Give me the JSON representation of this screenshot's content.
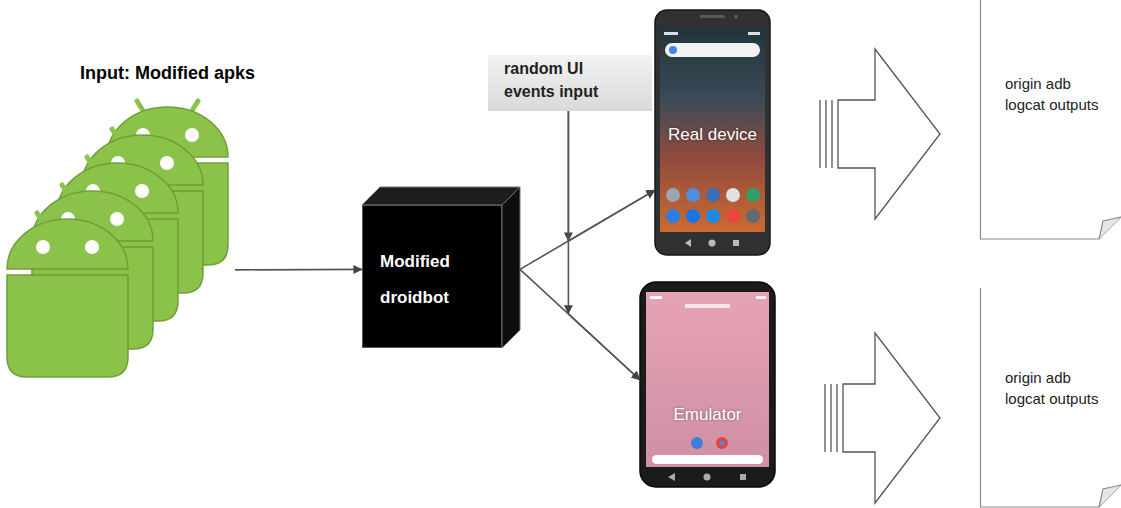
{
  "diagram": {
    "nodes": [
      {
        "text": [
          "Input: Modified apks"
        ]
      },
      {
        "text": [
          "Modified droidbot"
        ]
      },
      {
        "text": [
          "random UI events input"
        ]
      },
      {
        "text": [
          "Real device"
        ]
      },
      {
        "text": [
          "Emulator"
        ]
      },
      {
        "text": [
          "origin adb logcat outputs"
        ]
      },
      {
        "text": [
          "origin adb logcat outputs"
        ]
      }
    ],
    "edges": [
      {
        "from": 0,
        "to": 1,
        "arrow": "to"
      },
      {
        "from": 1,
        "to": 3,
        "arrow": "to"
      },
      {
        "from": 1,
        "to": 4,
        "arrow": "to"
      },
      {
        "from": 2,
        "to": 3,
        "arrow": "to"
      },
      {
        "from": 2,
        "to": 4,
        "arrow": "to"
      },
      {
        "from": 3,
        "to": 5,
        "arrow": "to"
      },
      {
        "from": 4,
        "to": 6,
        "arrow": "to"
      }
    ]
  }
}
